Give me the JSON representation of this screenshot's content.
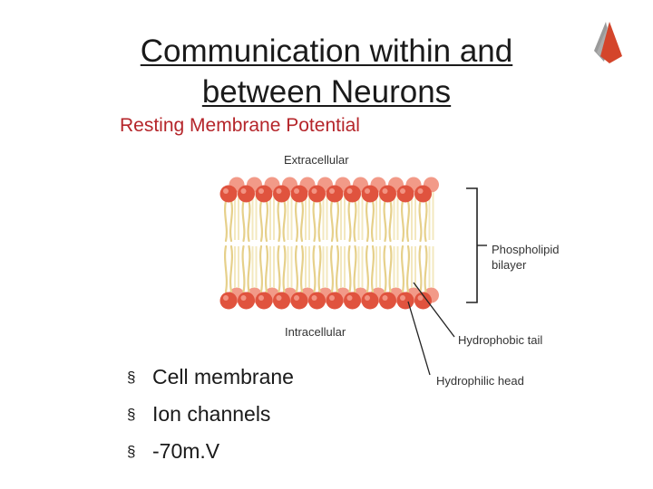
{
  "slide": {
    "title_line1": "Communication within and",
    "title_line2": "between Neurons",
    "subtitle": "Resting Membrane Potential",
    "bullet_marker": "§",
    "bullets": [
      "Cell membrane",
      "Ion channels",
      "-70m.V"
    ]
  },
  "diagram": {
    "label_extracellular": "Extracellular",
    "label_intracellular": "Intracellular",
    "label_phospholipid_line1": "Phospholipid",
    "label_phospholipid_line2": "bilayer",
    "label_tail": "Hydrophobic tail",
    "label_head": "Hydrophilic head",
    "head_count_per_row": 12,
    "colors": {
      "head_fill": "#e0533e",
      "head_back": "#f29a88",
      "tail": "#e6d08a",
      "tail_light": "#f3e8bf",
      "leader": "#222222",
      "text": "#333333"
    }
  },
  "colors": {
    "title": "#1a1a1a",
    "subtitle": "#b5252a",
    "logo_red": "#d4452b",
    "logo_gray": "#9a9a9a"
  }
}
